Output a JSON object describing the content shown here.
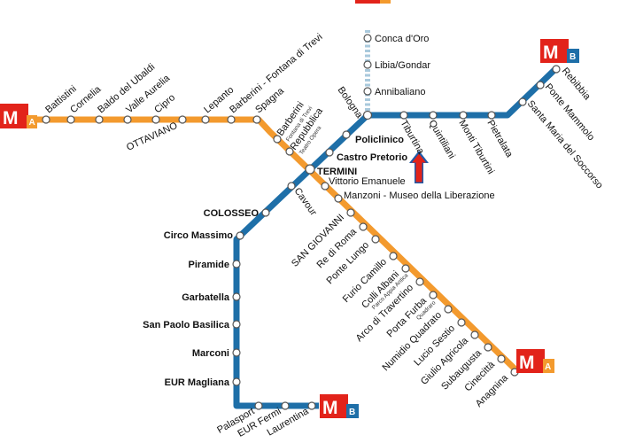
{
  "colors": {
    "line_a": "#F39A2E",
    "line_b": "#1E6FA8",
    "line_b1": "#A9C9DC",
    "metro_red": "#E2231A",
    "badge_a_bg": "#F39A2E",
    "badge_b_bg": "#1E6FA8",
    "arrow_red": "#E2231A",
    "arrow_blue": "#1F5AA8"
  },
  "badges": {
    "metro_letter": "M",
    "line_a_letter": "A",
    "line_b_letter": "B"
  },
  "icons": {
    "metro_logo": "metro-m-icon",
    "you_are_here": "up-arrow-icon"
  },
  "line_a": {
    "stations": [
      "Battistini",
      "Cornelia",
      "Baldo del Ubaldi",
      "Valle Aurelia",
      "Cipro",
      "OTTAVIANO",
      "Lepanto",
      "Barberini - Fontana di Trevi",
      "Spagna",
      "Barberini",
      "Repubblica",
      "TERMINI",
      "Vittorio Emanuele",
      "Manzoni - Museo della Liberazione",
      "SAN GIOVANNI",
      "Re di Roma",
      "Ponte Lungo",
      "Furio Camillo",
      "Colli Albani",
      "Arco di Travertino",
      "Porta Furba",
      "Numidio Quadrato",
      "Lucio Sestio",
      "Giulio Agricola",
      "Subaugusta",
      "Cinecittà",
      "Anagnina"
    ],
    "sublabels": [
      "Fontana di Trevi",
      "Teatro Opera",
      "Parco Appia Antica",
      "Quadraro"
    ]
  },
  "line_b": {
    "stations": [
      "Rebibbia",
      "Ponte Mammolo",
      "Santa Maria del Soccorso",
      "Pietralata",
      "Monti Tiburtini",
      "Quintiliani",
      "Tiburtina",
      "Bologna",
      "Policlinico",
      "Castro Pretorio",
      "TERMINI",
      "Cavour",
      "COLOSSEO",
      "Circo Massimo",
      "Piramide",
      "Garbatella",
      "San Paolo Basilica",
      "Marconi",
      "EUR Magliana",
      "Palasport",
      "EUR Fermi",
      "Laurentina"
    ]
  },
  "line_b1": {
    "stations": [
      "Conca d'Oro",
      "Libia/Gondar",
      "Annibaliano"
    ]
  }
}
